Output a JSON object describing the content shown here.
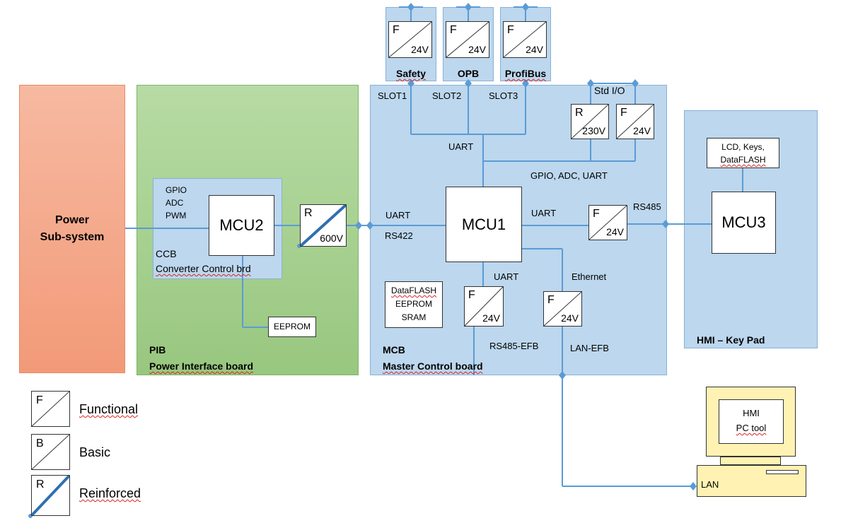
{
  "regions": {
    "power": {
      "title_line1": "Power",
      "title_line2": "Sub-system"
    },
    "pib": {
      "short": "PIB",
      "full": "Power Interface board"
    },
    "mcb": {
      "short": "MCB",
      "full": "Master Control board"
    },
    "hmi": {
      "title": "HMI – Key Pad"
    }
  },
  "ccb": {
    "signals": [
      "GPIO",
      "ADC",
      "PWM"
    ],
    "line1": "CCB",
    "line2": "Converter Control brd"
  },
  "mcus": {
    "mcu1": "MCU1",
    "mcu2": "MCU2",
    "mcu3": "MCU3"
  },
  "boxes": {
    "eeprom": "EEPROM",
    "memory": [
      "DataFLASH",
      "EEPROM",
      "SRAM"
    ],
    "hmi_mem": [
      "LCD, Keys,",
      "DataFLASH"
    ]
  },
  "isolators": {
    "slot_safety": {
      "letter": "F",
      "voltage": "24V"
    },
    "slot_opb": {
      "letter": "F",
      "voltage": "24V"
    },
    "slot_profibus": {
      "letter": "F",
      "voltage": "24V"
    },
    "stdio_r": {
      "letter": "R",
      "voltage": "230V"
    },
    "stdio_f": {
      "letter": "F",
      "voltage": "24V"
    },
    "pib_r": {
      "letter": "R",
      "voltage": "600V"
    },
    "rs485": {
      "letter": "F",
      "voltage": "24V"
    },
    "uart_efb": {
      "letter": "F",
      "voltage": "24V"
    },
    "eth_efb": {
      "letter": "F",
      "voltage": "24V"
    }
  },
  "slots": {
    "safety": "Safety",
    "opb": "OPB",
    "profibus": "ProfiBus"
  },
  "labels": {
    "slot1": "SLOT1",
    "slot2": "SLOT2",
    "slot3": "SLOT3",
    "std_io": "Std I/O",
    "uart_top": "UART",
    "gpio_adc_uart": "GPIO, ADC, UART",
    "uart_left": "UART",
    "rs422": "RS422",
    "uart_right": "UART",
    "rs485": "RS485",
    "uart_bottom": "UART",
    "ethernet": "Ethernet",
    "rs485_efb": "RS485-EFB",
    "lan_efb": "LAN-EFB",
    "lan": "LAN"
  },
  "pc": {
    "line1": "HMI",
    "line2": "PC tool"
  },
  "legend": [
    {
      "letter": "F",
      "text": "Functional"
    },
    {
      "letter": "B",
      "text": "Basic"
    },
    {
      "letter": "R",
      "text": "Reinforced"
    }
  ],
  "colors": {
    "wire": "#5b9bd5",
    "power_fill": "#f4a582",
    "pib_fill": "#a9d18e",
    "mcb_fill": "#bdd7ee"
  }
}
